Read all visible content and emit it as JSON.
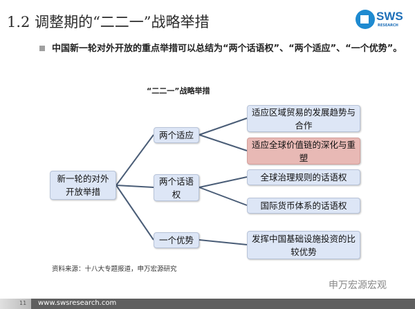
{
  "header": {
    "title": "1.2 调整期的“二二一”战略举措",
    "logo_text": "SWS",
    "logo_sub": "RESEARCH"
  },
  "bullet": {
    "text": "中国新一轮对外开放的重点举措可以总结为“两个话语权”、“两个适应”、“一个优势”。"
  },
  "diagram": {
    "title": "“二二一”战略举措",
    "root": "新一轮的对外开放举措",
    "branches": [
      {
        "label": "两个适应",
        "children": [
          "适应区域贸易的发展趋势与合作",
          "适应全球价值链的深化与重塑"
        ]
      },
      {
        "label": "两个话语权",
        "children": [
          "全球治理规则的话语权",
          "国际货币体系的话语权"
        ]
      },
      {
        "label": "一个优势",
        "children": [
          "发挥中国基础设施投资的比较优势"
        ]
      }
    ],
    "colors": {
      "box": "#dde6f6",
      "highlight": "#e8b9b5",
      "line": "#4a5d77"
    }
  },
  "source": "资料来源：十八大专题报道，申万宏源研究",
  "watermark": "申万宏源宏观",
  "footer": {
    "page": "11",
    "url": "www.swsresearch.com"
  }
}
